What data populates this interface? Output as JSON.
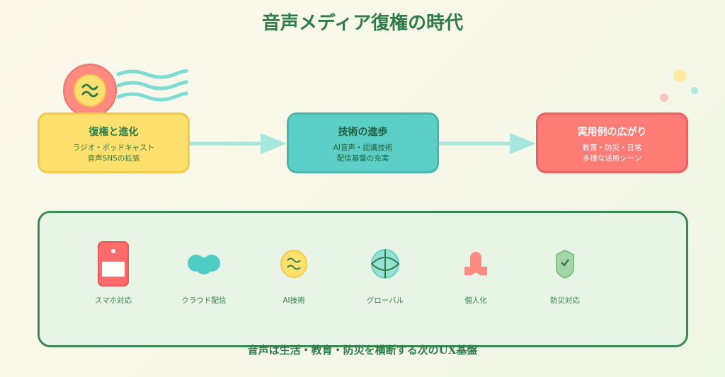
{
  "title": "音声メディア復権の時代",
  "steps": [
    {
      "title": "復権と進化",
      "lines": [
        "ラジオ・ポッドキャスト",
        "音声SNSの拡張"
      ]
    },
    {
      "title": "技術の進歩",
      "lines": [
        "AI音声・認識技術",
        "配信基盤の充実"
      ]
    },
    {
      "title": "実用例の広がり",
      "lines": [
        "教育・防災・日常",
        "多様な活用シーン"
      ]
    }
  ],
  "features": [
    {
      "label": "スマホ対応",
      "icon": "smartphone-icon"
    },
    {
      "label": "クラウド配信",
      "icon": "cloud-icon"
    },
    {
      "label": "AI技術",
      "icon": "ai-wave-icon"
    },
    {
      "label": "グローバル",
      "icon": "globe-icon"
    },
    {
      "label": "個人化",
      "icon": "person-icon"
    },
    {
      "label": "防災対応",
      "icon": "shield-check-icon"
    }
  ],
  "footer": "音声は生活・教育・防災を横断する次のUX基盤"
}
